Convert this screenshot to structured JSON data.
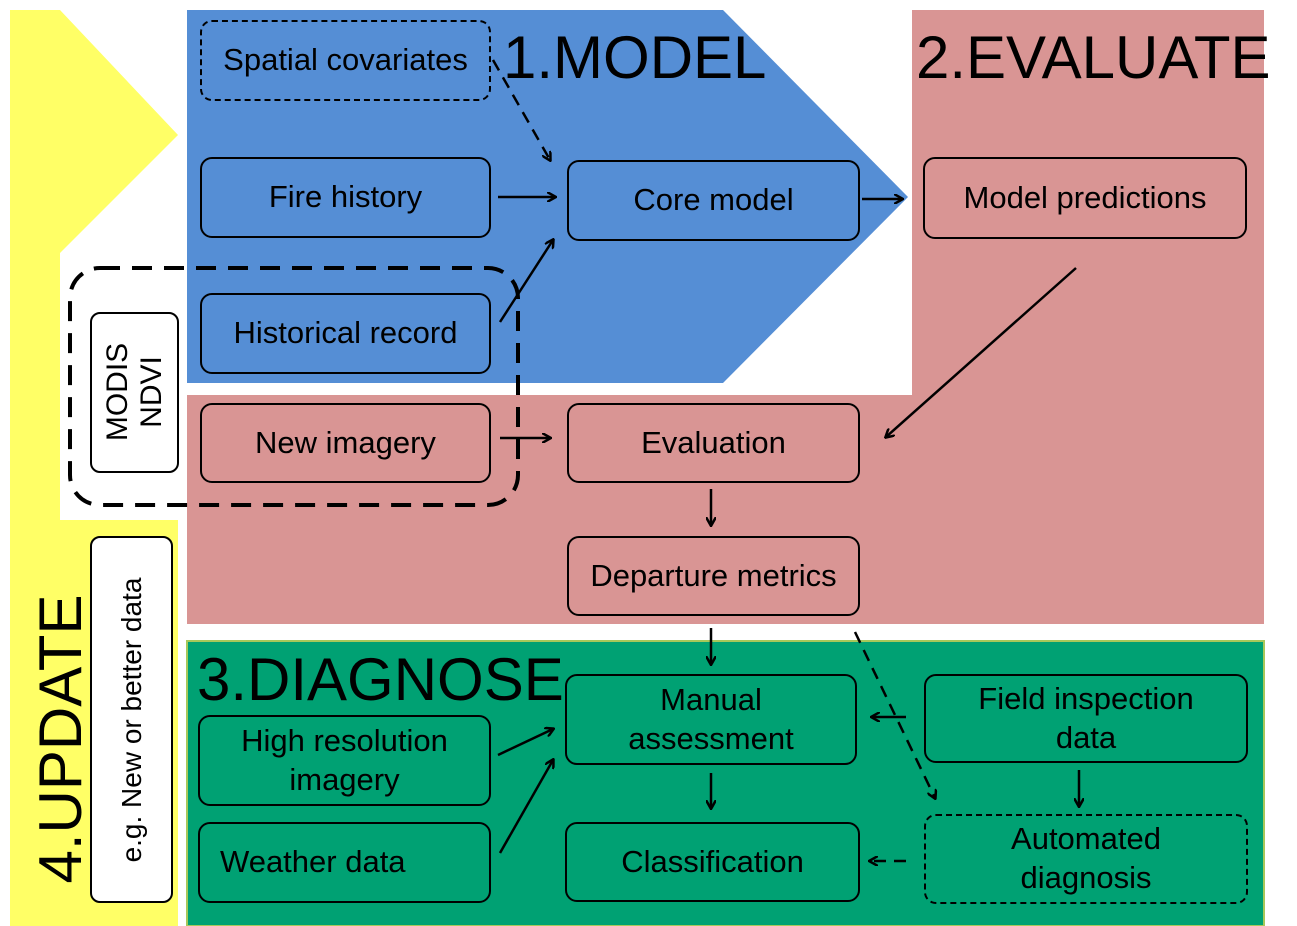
{
  "sections": {
    "model": "1.MODEL",
    "evaluate": "2.EVALUATE",
    "diagnose": "3.DIAGNOSE",
    "update": "4.UPDATE",
    "update_note": "e.g. New or better data"
  },
  "nodes": {
    "spatial_covariates": "Spatial covariates",
    "fire_history": "Fire history",
    "historical_record": "Historical record",
    "core_model": "Core model",
    "model_predictions": "Model predictions",
    "new_imagery": "New imagery",
    "evaluation": "Evaluation",
    "departure_metrics": "Departure metrics",
    "modis_ndvi_line1": "MODIS",
    "modis_ndvi_line2": "NDVI",
    "high_res_line1": "High resolution",
    "high_res_line2": "imagery",
    "weather_data": "Weather data",
    "manual_line1": "Manual",
    "manual_line2": "assessment",
    "classification": "Classification",
    "field_line1": "Field inspection",
    "field_line2": "data",
    "auto_line1": "Automated",
    "auto_line2": "diagnosis"
  },
  "colors": {
    "update_yellow": "#ffff66",
    "model_blue": "#558ed5",
    "evaluate_pink": "#d99594",
    "diagnose_green": "#00a173"
  }
}
